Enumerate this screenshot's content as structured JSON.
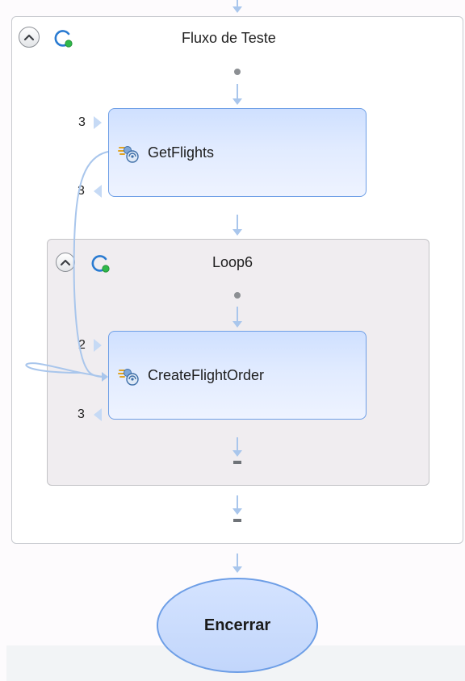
{
  "flow": {
    "title": "Fluxo de Teste",
    "icons": {
      "collapse": "chevron-up-icon",
      "status": "flow-status-icon"
    }
  },
  "steps": [
    {
      "label": "GetFlights",
      "port_in": "3",
      "port_out": "3",
      "icon": "web-service-step-icon"
    },
    {
      "label": "CreateFlightOrder",
      "port_in": "2",
      "port_out": "3",
      "icon": "web-service-step-icon"
    }
  ],
  "loop": {
    "title": "Loop6",
    "icons": {
      "collapse": "chevron-up-icon",
      "status": "loop-status-icon"
    }
  },
  "end_node": {
    "label": "Encerrar"
  },
  "colors": {
    "connector": "#a9c6ec",
    "step_border": "#6d9ee6",
    "step_fill": "#d8e6ff",
    "loop_fill": "#f0edf0",
    "status_green": "#2fb84a",
    "status_blue": "#2a7bd1"
  }
}
